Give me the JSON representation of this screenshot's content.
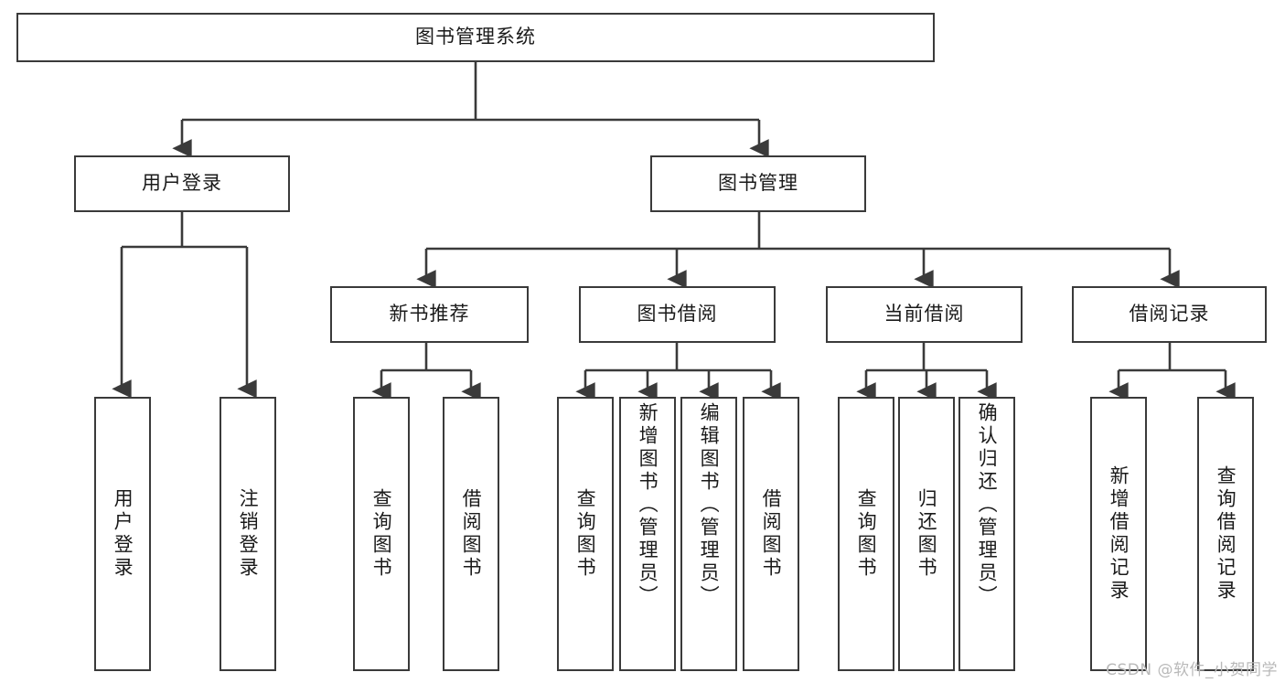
{
  "diagram": {
    "title": "图书管理系统",
    "watermark": "CSDN @软件_小贺同学",
    "colors": {
      "background": "#ffffff",
      "border": "#3a3a3a",
      "line": "#3a3a3a",
      "text": "#1a1a1a",
      "watermark": "#b9b9b9"
    },
    "root": {
      "label": "图书管理系统"
    },
    "level1": [
      {
        "label": "用户登录"
      },
      {
        "label": "图书管理"
      }
    ],
    "level2": [
      {
        "label": "新书推荐"
      },
      {
        "label": "图书借阅"
      },
      {
        "label": "当前借阅"
      },
      {
        "label": "借阅记录"
      }
    ],
    "leaves": {
      "user_login": [
        {
          "label": "用户登录"
        },
        {
          "label": "注销登录"
        }
      ],
      "new_book_recommend": [
        {
          "label": "查询图书"
        },
        {
          "label": "借阅图书"
        }
      ],
      "book_borrow": [
        {
          "label": "查询图书"
        },
        {
          "label": "新增图书（管理员）"
        },
        {
          "label": "编辑图书（管理员）"
        },
        {
          "label": "借阅图书"
        }
      ],
      "current_borrow": [
        {
          "label": "查询图书"
        },
        {
          "label": "归还图书"
        },
        {
          "label": "确认归还（管理员）"
        }
      ],
      "borrow_record": [
        {
          "label": "新增借阅记录"
        },
        {
          "label": "查询借阅记录"
        }
      ]
    }
  }
}
